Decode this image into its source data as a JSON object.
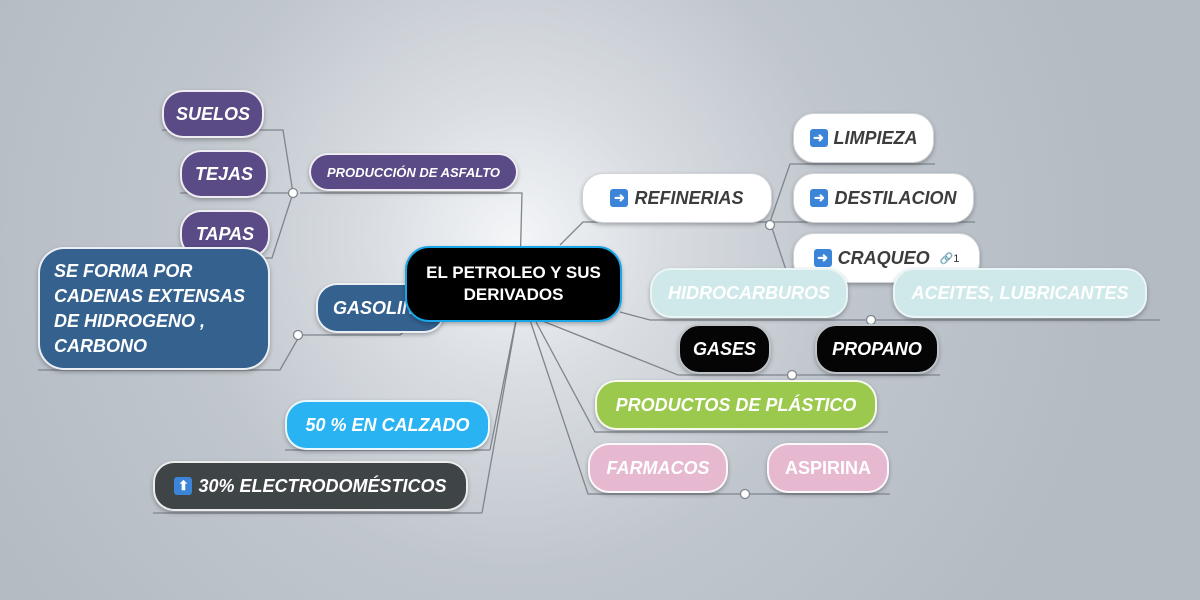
{
  "center_topic": "EL PETROLEO Y SUS DERIVADOS",
  "left": {
    "asfalto": {
      "label": "PRODUCCIÓN DE ASFALTO",
      "children": [
        "SUELOS",
        "TEJAS",
        "TAPAS"
      ]
    },
    "gasolina": {
      "label": "GASOLINA",
      "note": "SE FORMA POR CADENAS EXTENSAS DE HIDROGENO , CARBONO"
    },
    "calzado": "50 % EN CALZADO",
    "electro": "30% ELECTRODOMÉSTICOS"
  },
  "right": {
    "refinerias": {
      "label": "REFINERIAS",
      "children": [
        "LIMPIEZA",
        "DESTILACION",
        "CRAQUEO"
      ],
      "craqueo_link_count": "1"
    },
    "hidrocarburos": [
      "HIDROCARBUROS",
      "ACEITES, LUBRICANTES"
    ],
    "gases": [
      "GASES",
      "PROPANO"
    ],
    "plastico": "PRODUCTOS DE PLÁSTICO",
    "farmacos": [
      "FARMACOS",
      "ASPIRINA"
    ]
  },
  "colors": {
    "background": "#c0c6cd",
    "connector": "#7e858c",
    "purple": "#5a4a85",
    "blue": "#35618f",
    "cyan": "#2ab3f2",
    "dark": "#3f4446",
    "mint": "#cfe9ea",
    "green": "#9bc94d",
    "pink": "#e6b9d0",
    "center_border": "#19a5e6"
  },
  "icons": [
    "arrow-right-icon",
    "arrow-up-icon",
    "link-icon"
  ]
}
